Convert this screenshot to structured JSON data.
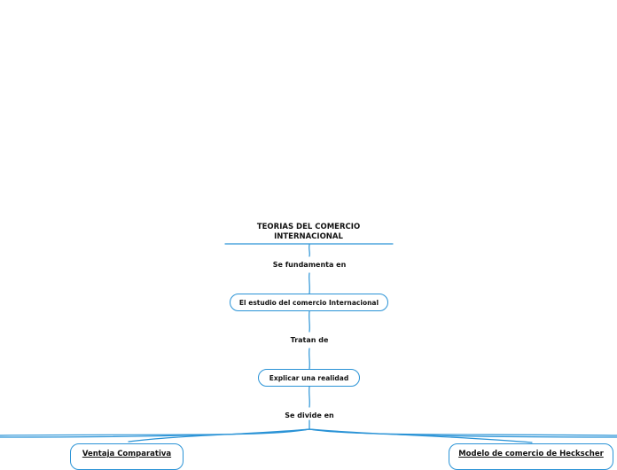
{
  "diagram": {
    "title_line1": "TEORIAS DEL COMERCIO",
    "title_line2": "INTERNACIONAL",
    "link_1": "Se fundamenta en",
    "node_1": "El estudio del comercio Internacional",
    "link_2": "Tratan de",
    "node_2": "Explicar una realidad",
    "link_3": "Se divide en",
    "branch_left": "Ventaja Comparativa",
    "branch_right": "Modelo de comercio de Heckscher"
  },
  "colors": {
    "connector": "#2a93d6",
    "text": "#111111",
    "background": "#ffffff"
  }
}
